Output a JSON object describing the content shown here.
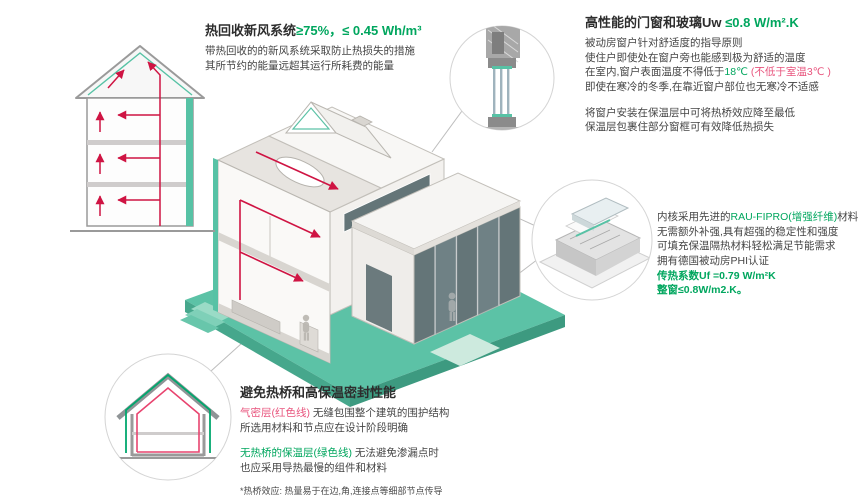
{
  "colors": {
    "accent_green": "#00a65e",
    "accent_red_text": "#e8547d",
    "duct_red": "#cf1443",
    "site_teal": "#5cc2a6"
  },
  "heat_recovery": {
    "title": "热回收新风系统",
    "title_value": "≥75%，≤ 0.45 Wh/m³",
    "line1": "带热回收的的新风系统采取防止热损失的措施",
    "line2": "其所节约的能量远超其运行所耗费的能量"
  },
  "windows": {
    "title": "高性能的门窗和玻璃",
    "title_uw": "Uw ",
    "title_value": "≤0.8 W/m².K",
    "line1": "被动房窗户针对舒适度的指导原则",
    "line2": "使住户即使处在窗户旁也能感到极为舒适的温度",
    "line3a": "在室内,窗户表面温度不得低于",
    "line3b": "18℃",
    "line3c": " (不低于室温3℃ )",
    "line4": "即使在寒冷的冬季,在靠近窗户部位也无寒冷不适感",
    "line5": "将窗户安装在保温层中可将热桥效应降至最低",
    "line6": "保温层包裹住部分窗框可有效降低热损失"
  },
  "profile": {
    "line1a": "内核采用先进的",
    "line1b": "RAU-FIPRO(增强纤维)",
    "line1c": "材料",
    "line2": "无需额外补强,具有超强的稳定性和强度",
    "line3": "可填充保温隔热材料轻松满足节能需求",
    "line4": "拥有德国被动房PHI认证",
    "line5": "传热系数Uf =0.79 W/m²K",
    "line6": "整窗≤0.8W/m2.K。"
  },
  "thermal": {
    "title": "避免热桥和高保温密封性能",
    "line1a": "气密层(红色线)",
    "line1b": " 无缝包围整个建筑的围护结构",
    "line2": "所选用材料和节点应在设计阶段明确",
    "line3a": "无热桥的保温层(绿色线)",
    "line3b": " 无法避免渗漏点时",
    "line4": "也应采用导热最慢的组件和材料",
    "footnote": "*热桥效应: 热量易于在边,角,连接点等细部节点传导"
  }
}
